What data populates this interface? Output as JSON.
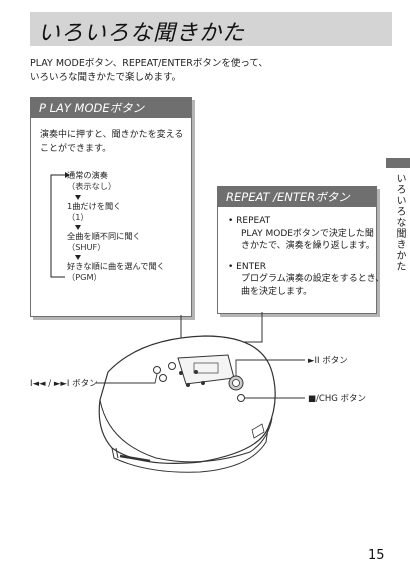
{
  "header": {
    "title": "いろいろな聞きかた"
  },
  "intro": {
    "line1": "PLAY MODEボタン、REPEAT/ENTERボタンを使って、",
    "line2": "いろいろな聞きかたで楽しめます。"
  },
  "play_box": {
    "title": "P LAY MODEボタン",
    "desc_line1": "演奏中に押すと、聞きかたを変える",
    "desc_line2": "ことができます。",
    "modes": [
      {
        "label": "通常の演奏",
        "sub": "（表示なし）"
      },
      {
        "label": "1曲だけを聞く",
        "sub": "（1）"
      },
      {
        "label": "全曲を順不同に聞く",
        "sub": "（SHUF）"
      },
      {
        "label": "好きな順に曲を選んで聞く",
        "sub": "（PGM）"
      }
    ]
  },
  "repeat_box": {
    "title": "REPEAT /ENTERボタン",
    "items": [
      {
        "head": "• REPEAT",
        "body1": "PLAY MODEボタンで決定した聞",
        "body2": "きかたで、演奏を繰り返します。"
      },
      {
        "head": "• ENTER",
        "body1": "プログラム演奏の設定をするとき、",
        "body2": "曲を決定します。"
      }
    ]
  },
  "side_tab": {
    "text": "いろいろな聞きかた"
  },
  "labels": {
    "play_pause": "►II ボタン",
    "skip": "I◄◄ / ►►I ボタン",
    "stop": "■/CHG ボタン"
  },
  "page_number": "15"
}
